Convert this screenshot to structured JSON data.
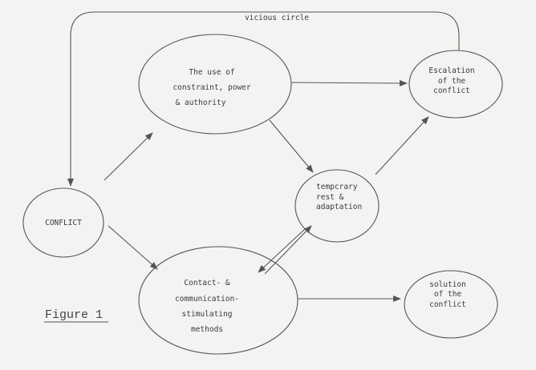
{
  "diagram": {
    "nodes": {
      "conflict": {
        "lines": [
          "CONFLICT"
        ]
      },
      "constraint": {
        "lines": [
          "The use of",
          "constraint, power",
          "& authority"
        ]
      },
      "escalation": {
        "lines": [
          "Escalation",
          "of the",
          "conflict"
        ]
      },
      "temporary": {
        "lines": [
          "tempcrary",
          "rest &",
          "adaptation"
        ]
      },
      "contact": {
        "lines": [
          "Contact- &",
          "communication-",
          "stimulating",
          "methods"
        ]
      },
      "solution": {
        "lines": [
          "solution",
          "of the",
          "conflict"
        ]
      }
    },
    "loop_label": "vicious circle",
    "figure_label": "Figure 1"
  }
}
